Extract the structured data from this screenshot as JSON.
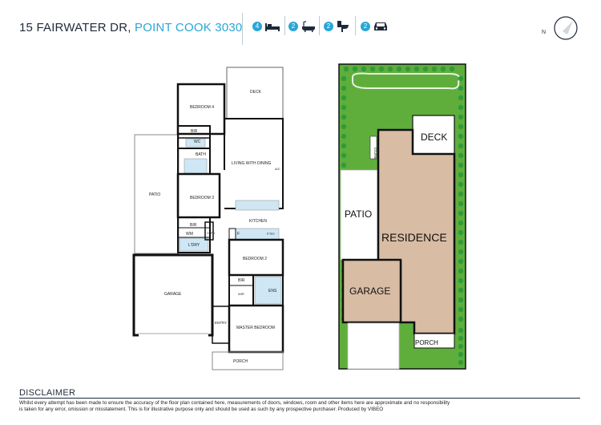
{
  "header": {
    "street": "15 FAIRWATER DR,",
    "suburb": "POINT COOK 3030",
    "features": [
      {
        "count": "4",
        "icon": "bed-icon"
      },
      {
        "count": "2",
        "icon": "bath-icon"
      },
      {
        "count": "2",
        "icon": "toilet-icon"
      },
      {
        "count": "2",
        "icon": "car-icon"
      }
    ],
    "compass_label": "N",
    "accent_color": "#2aa6d6"
  },
  "floor_plan": {
    "rooms": {
      "deck": "DECK",
      "bedroom4": "BEDROOM 4",
      "bir_top": "BIR",
      "wc": "WC",
      "bath": "BATH",
      "living": "LIVING WITH DINING",
      "ac": "A/C",
      "patio": "PATIO",
      "bedroom3": "BEDROOM 3",
      "kitchen": "KITCHEN",
      "bir_mid": "BIR",
      "wm": "WM",
      "cupd": "CUPD",
      "f": "F",
      "pantry": "P'TRY",
      "ldry": "L'DRY",
      "bedroom2": "BEDROOM 2",
      "garage": "GARAGE",
      "bir_low": "BIR",
      "wir": "WIR",
      "ens": "ENS",
      "entry": "ENTRY",
      "master": "MASTER BEDROOM",
      "porch": "PORCH"
    }
  },
  "site_plan": {
    "labels": {
      "deck": "DECK",
      "cline": "C/LINE",
      "patio": "PATIO",
      "residence": "RESIDENCE",
      "garage": "GARAGE",
      "porch": "PORCH"
    },
    "colors": {
      "lawn": "#5fae3c",
      "tree": "#2f9b3b",
      "residence": "#d9bca4",
      "garage": "#d9bca4"
    }
  },
  "disclaimer": {
    "title": "DISCLAIMER",
    "text": "Whilst every attempt has been made to ensure the accuracy of the floor plan contained here, measurements of doors, windows, room and other items here are approximate and no responsibility is taken for any error, omission or misstatement. This is for illustrative purpose only and should be used as such by any prospective purchaser. Produced by VIBEO"
  }
}
